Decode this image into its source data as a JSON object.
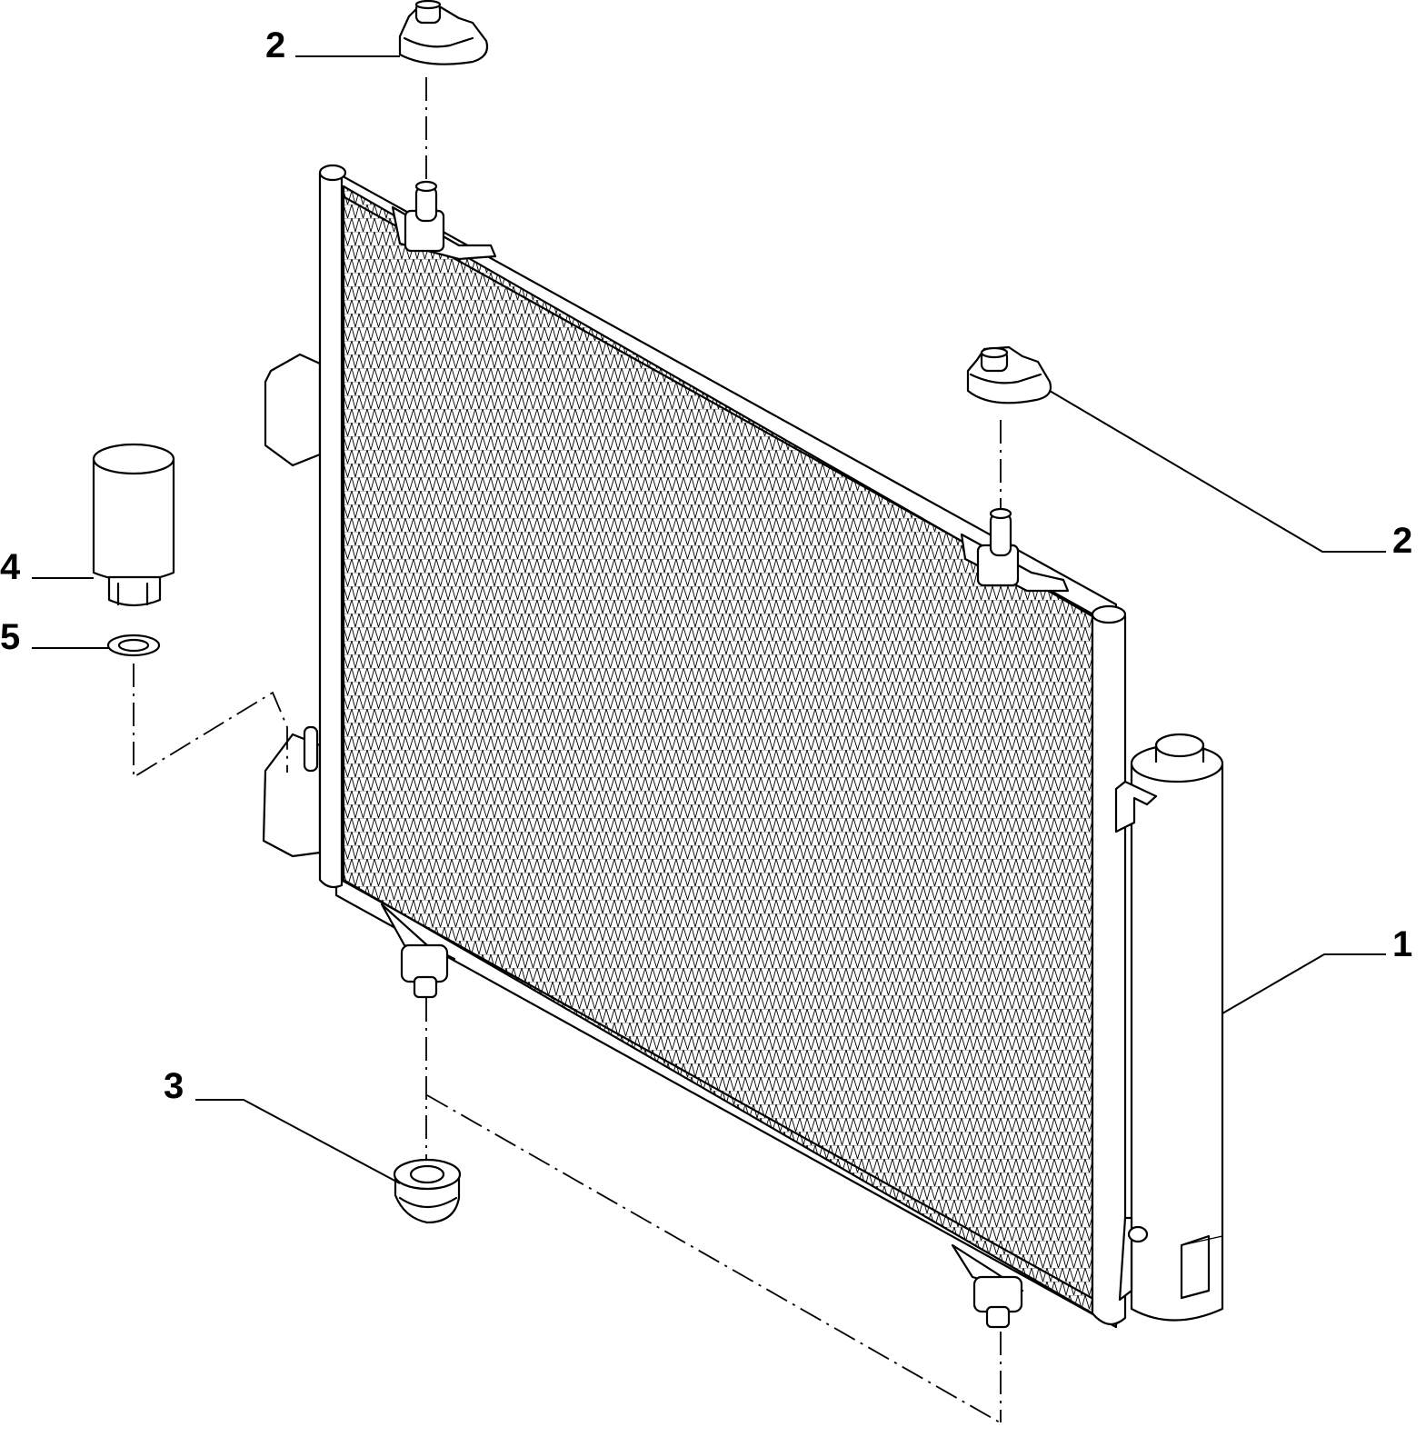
{
  "callouts": [
    {
      "id": "top-left-mount",
      "text": "2"
    },
    {
      "id": "top-right-mount",
      "text": "2"
    },
    {
      "id": "condenser",
      "text": "1"
    },
    {
      "id": "bottom-mount",
      "text": "3"
    },
    {
      "id": "filter-drier",
      "text": "4"
    },
    {
      "id": "seal-ring",
      "text": "5"
    }
  ]
}
